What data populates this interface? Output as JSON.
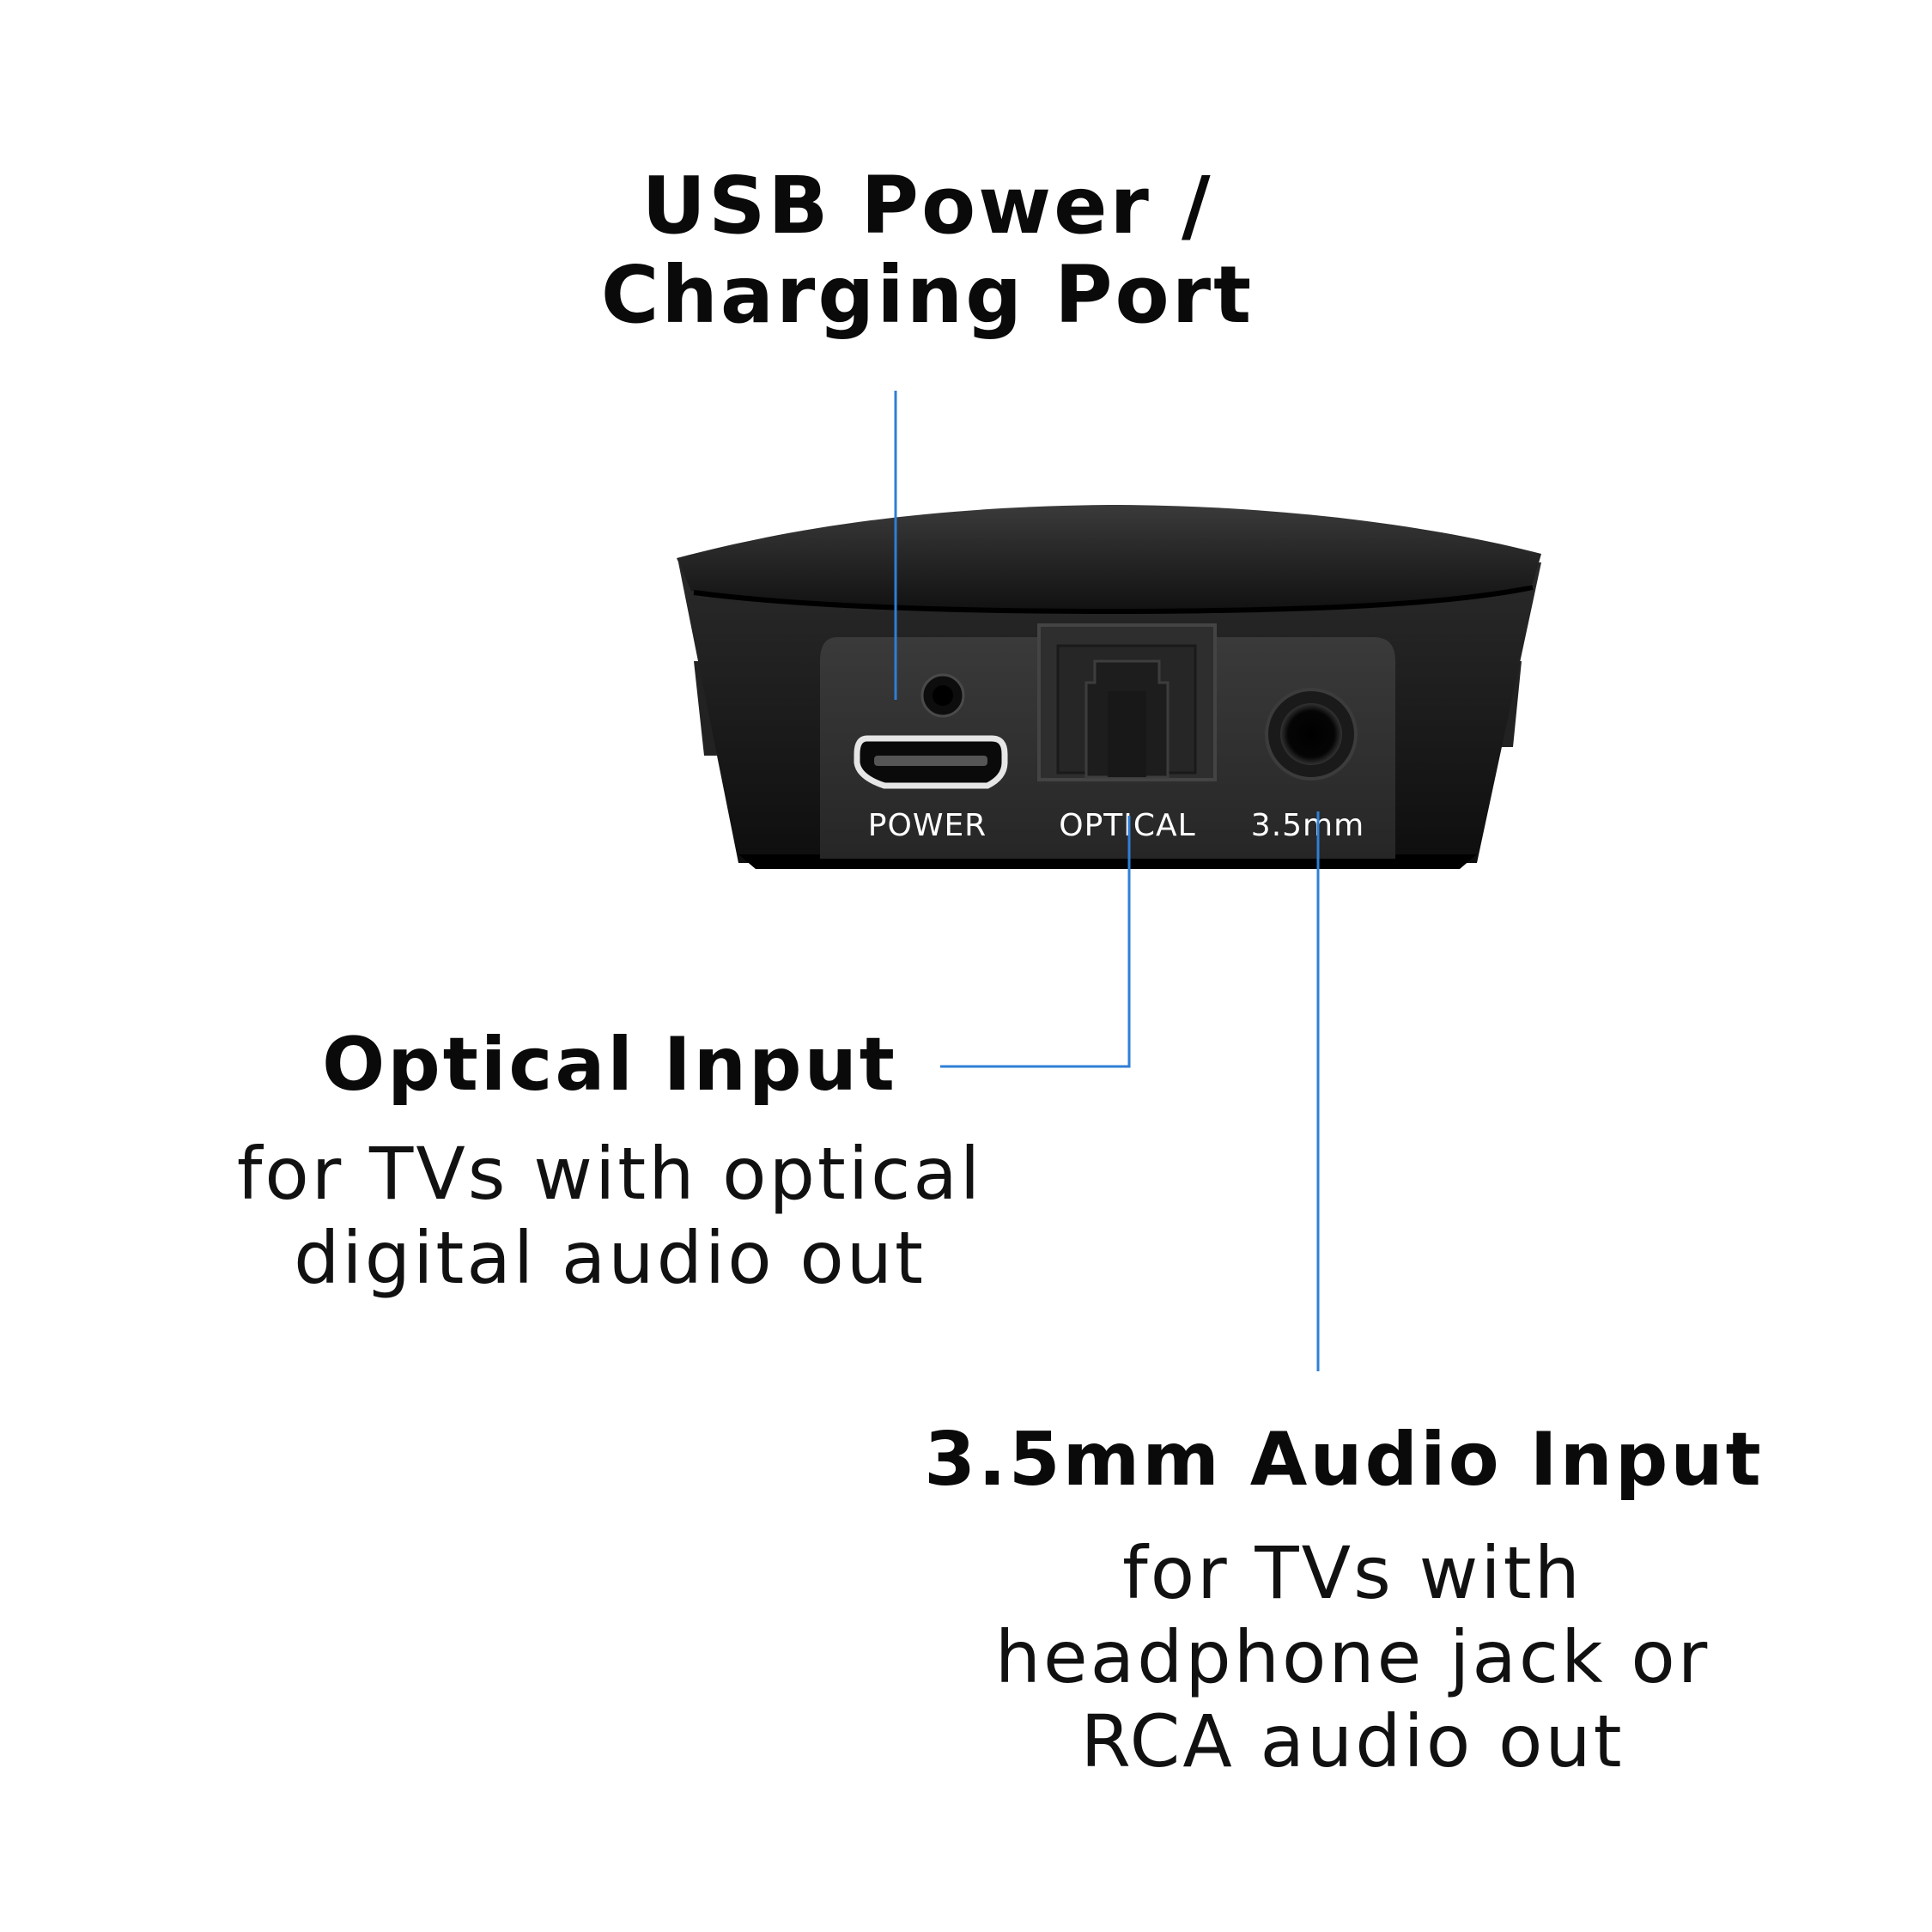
{
  "callouts": {
    "usb": {
      "title_line1": "USB Power /",
      "title_line2": "Charging Port"
    },
    "optical": {
      "title": "Optical Input",
      "desc_line1": "for TVs with optical",
      "desc_line2": "digital audio out"
    },
    "audio": {
      "title": "3.5mm Audio Input",
      "desc_line1": "for TVs with",
      "desc_line2": "headphone jack or",
      "desc_line3": "RCA audio out"
    }
  },
  "device": {
    "port_labels": {
      "power": "POWER",
      "optical": "OPTICAL",
      "aux": "3.5mm"
    }
  },
  "colors": {
    "leader_line": "#2f7fd6",
    "device_body": "#1a1a1a",
    "port_panel": "#2b2b2b",
    "label_text": "#ffffff"
  }
}
